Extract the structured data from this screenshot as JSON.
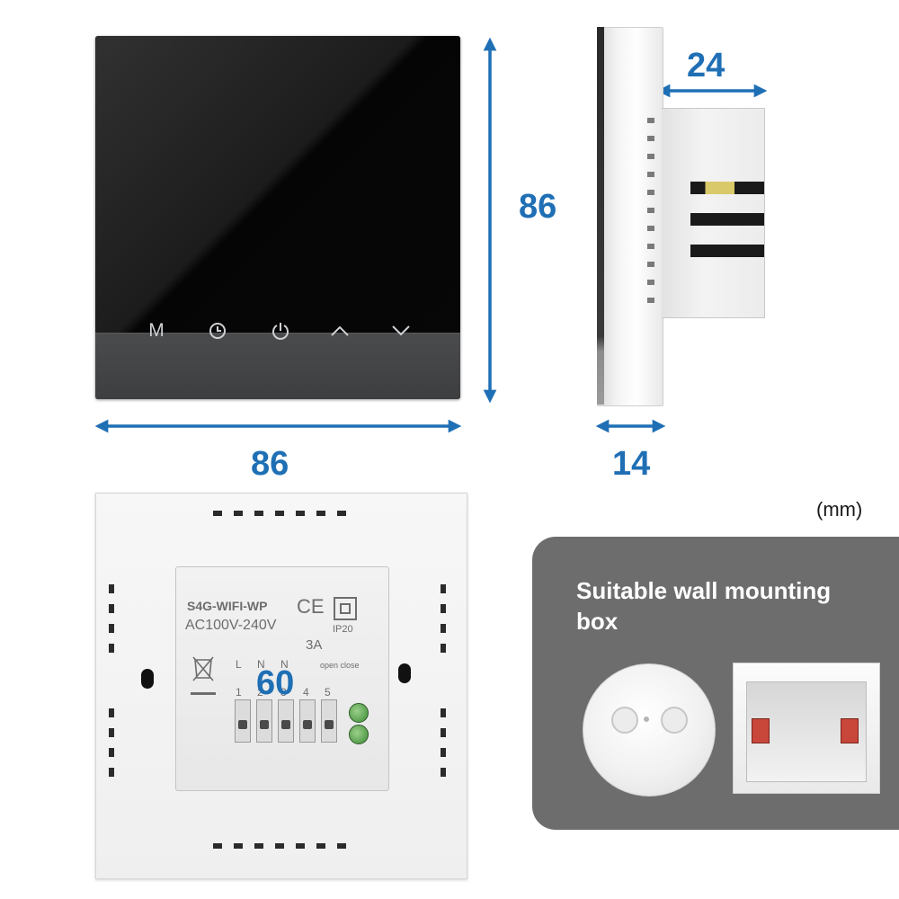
{
  "dimensions": {
    "front_width": "86",
    "front_height": "86",
    "body_depth": "24",
    "plate_thickness": "14",
    "mount_spacing": "60"
  },
  "unit": "(mm)",
  "front_keys": {
    "mode_label": "M",
    "icons": [
      "clock-icon",
      "power-icon",
      "chevron-up-icon",
      "chevron-down-icon"
    ]
  },
  "back_label": {
    "model": "S4G-WIFI-WP",
    "voltage": "AC100V-240V",
    "current": "3A",
    "rating": "IP20",
    "ce_mark": "CE",
    "terminals": [
      "L",
      "N",
      "N",
      "",
      ""
    ],
    "terminal_numbers": [
      "1",
      "2",
      "3",
      "4",
      "5"
    ],
    "valve_note": "open close"
  },
  "card": {
    "title": "Suitable wall mounting box"
  },
  "colors": {
    "accent": "#1f6fb5",
    "card_bg": "#6d6d6d"
  }
}
